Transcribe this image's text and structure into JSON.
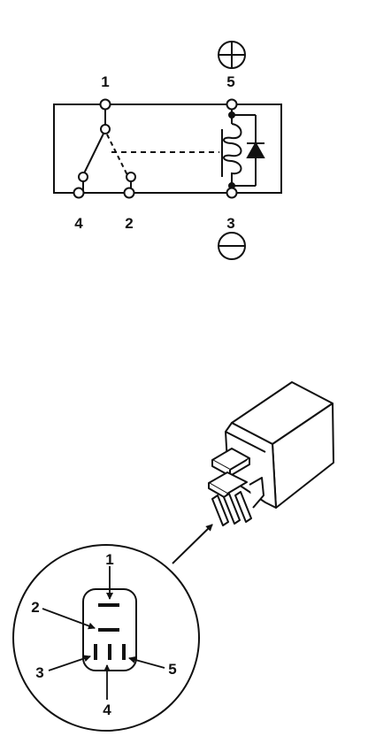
{
  "schematic": {
    "terminal_labels": {
      "t1": "1",
      "t2": "2",
      "t3": "3",
      "t4": "4",
      "t5": "5"
    },
    "polarity_symbols": {
      "positive": "+",
      "negative": "−"
    }
  },
  "connector_inset": {
    "pin_labels": {
      "p1": "1",
      "p2": "2",
      "p3": "3",
      "p4": "4",
      "p5": "5"
    }
  }
}
